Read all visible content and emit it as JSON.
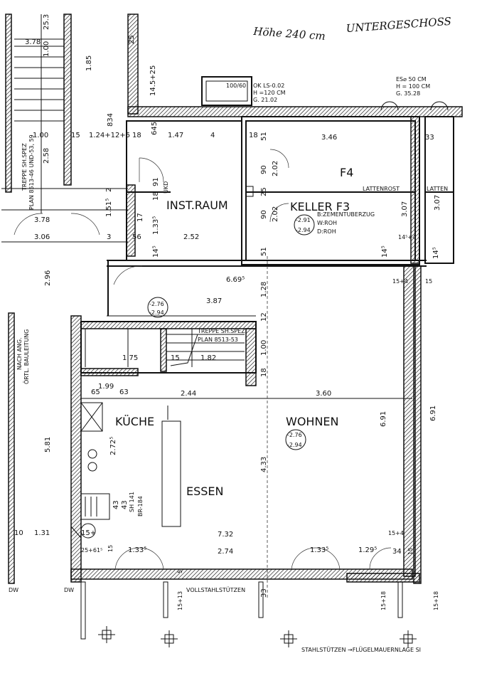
{
  "header": {
    "floor_title": "UNTERGESCHOSS",
    "height_note": "Höhe 240 cm"
  },
  "windows": {
    "main_window": {
      "size": "100/60",
      "line1": "OK LS-0.02",
      "line2": "H =120 CM",
      "line3": "G. 21.02"
    },
    "right_window": {
      "line1": "ES⌀ 50 CM",
      "line2": "H = 100 CM",
      "line3": "G. 35.28"
    }
  },
  "rooms": {
    "f4": "F4",
    "keller_f3": "KELLER F3",
    "inst_raum": "INST.RAUM",
    "kueche": "KÜCHE",
    "wohnen": "WOHNEN",
    "essen": "ESSEN"
  },
  "floor_specs": {
    "keller": {
      "level_top": "-2.91",
      "level_bottom": "-2.94",
      "b": "B:ZEMENTUBERZUG",
      "w": "W:ROH",
      "d": "D:ROH"
    },
    "hall": {
      "level_top": "-2.76",
      "level_bottom": "-2.94"
    },
    "wohnen": {
      "level_top": "-2.76",
      "level_bottom": "-2.94"
    }
  },
  "labels": {
    "lattenrost_1": "LATTENROST",
    "lattenrost_2": "LATTEN",
    "stair_left_1": "TREPPE SH.SPEZ",
    "stair_left_2": "PLAN 8513-46 UND-53, 59",
    "stair_mid_1": "TREPPE SH.SPEZ",
    "stair_mid_2": "PLAN 8513-53",
    "nach_ang_1": "NACH ANG.",
    "nach_ang_2": "ÖRTL. BAULEITUNG",
    "ukd": "UKD",
    "sh": "SH 141",
    "br": "BR-184",
    "vollstahl": "VOLLSTAHLSTÜTZEN",
    "stahlstuetzen": "STAHLSTÜTZEN →FLÜGELMAUERNLAGE SI",
    "dw_1": "DW",
    "dw_2": "DW"
  },
  "dimensions": {
    "d_378": "3.78",
    "d_100": "1.00",
    "d_185": "1.85",
    "d_253": "25.3",
    "d_25": "25",
    "d_145_25": "14.5+25",
    "d_834": "834",
    "d_100b": "1.00",
    "d_15a": "15",
    "d_124": "1.24+12+5",
    "d_18a": "18",
    "d_147": "1.47",
    "d_4a": "4",
    "d_18b": "18",
    "d_51a": "51",
    "d_346": "3.46",
    "d_33": "33",
    "d_258": "2.58",
    "d_645": "645",
    "d_90a": "90",
    "d_202a": "2.02",
    "d_91": "91",
    "d_18c": "18",
    "d_2": "2",
    "d_25b": "25",
    "d_307a": "3.07",
    "d_307b": "3.07",
    "d_378b": "3.78",
    "d_151": "1.51⁵",
    "d_17": "17",
    "d_1335": "1.33⁵",
    "d_90b": "90",
    "d_202b": "2.02",
    "d_306": "3.06",
    "d_3": "3",
    "d_56": "56",
    "d_252": "2.52",
    "d_145b": "14⁵",
    "d_51b": "51",
    "d_145c": "14⁵",
    "d_1454": "14⁵+4",
    "d_145d": "14⁵",
    "d_296": "2.96",
    "d_6695": "6.69⁵",
    "d_128": "1.28",
    "d_15_4": "15+4",
    "d_15b": "15",
    "d_387": "3.87",
    "d_12": "12",
    "d_100c": "1.00",
    "d_175": "1.75",
    "d_15c": "15",
    "d_182": "1.82",
    "d_18d": "18",
    "d_199": "1.99",
    "d_65": "65",
    "d_63": "63",
    "d_244": "2.44",
    "d_360": "3.60",
    "d_2725": "2.72⁵",
    "d_691a": "6.91",
    "d_691b": "6.91",
    "d_581": "5.81",
    "d_433": "4.33",
    "d_43a": "43",
    "d_43b": "43",
    "d_10": "10",
    "d_131": "1.31",
    "d_15_plus": "15+",
    "d_732": "7.32",
    "d_15_4b": "15+4",
    "d_25_615": "25+61⁵",
    "d_1335b": "1.33⁵",
    "d_274": "2.74",
    "d_1335c": "1.33⁵",
    "d_1295": "1.29⁵",
    "d_34": "34",
    "d_15_13": "15+13",
    "d_5": "5",
    "d_33b": "33",
    "d_15_18a": "15+18",
    "d_15_18b": "15+18",
    "d_15e": "15",
    "d_15f": "15"
  }
}
